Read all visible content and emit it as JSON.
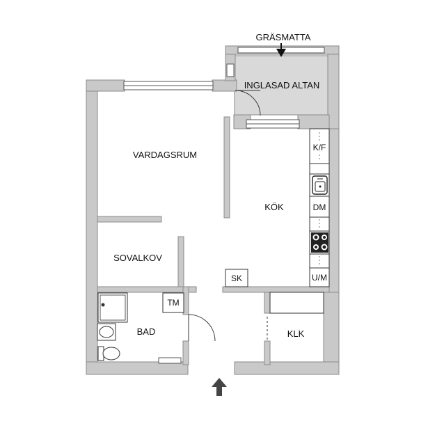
{
  "rooms": {
    "grasmatta": "GRÄSMATTA",
    "inglasad_altan": "INGLASAD ALTAN",
    "vardagsrum": "VARDAGSRUM",
    "kok": "KÖK",
    "sovalkov": "SOVALKOV",
    "bad": "BAD",
    "klk": "KLK"
  },
  "fixtures": {
    "kf": "K/F",
    "dm": "DM",
    "um": "U/M",
    "sk": "SK",
    "tm": "TM"
  },
  "icons": {
    "entrance": "entrance-arrow-icon",
    "terrace_entry": "terrace-arrow-icon"
  },
  "colors": {
    "wall_fill": "#c9c9c9",
    "altan_fill": "#d9d9d9",
    "line": "#333333"
  }
}
